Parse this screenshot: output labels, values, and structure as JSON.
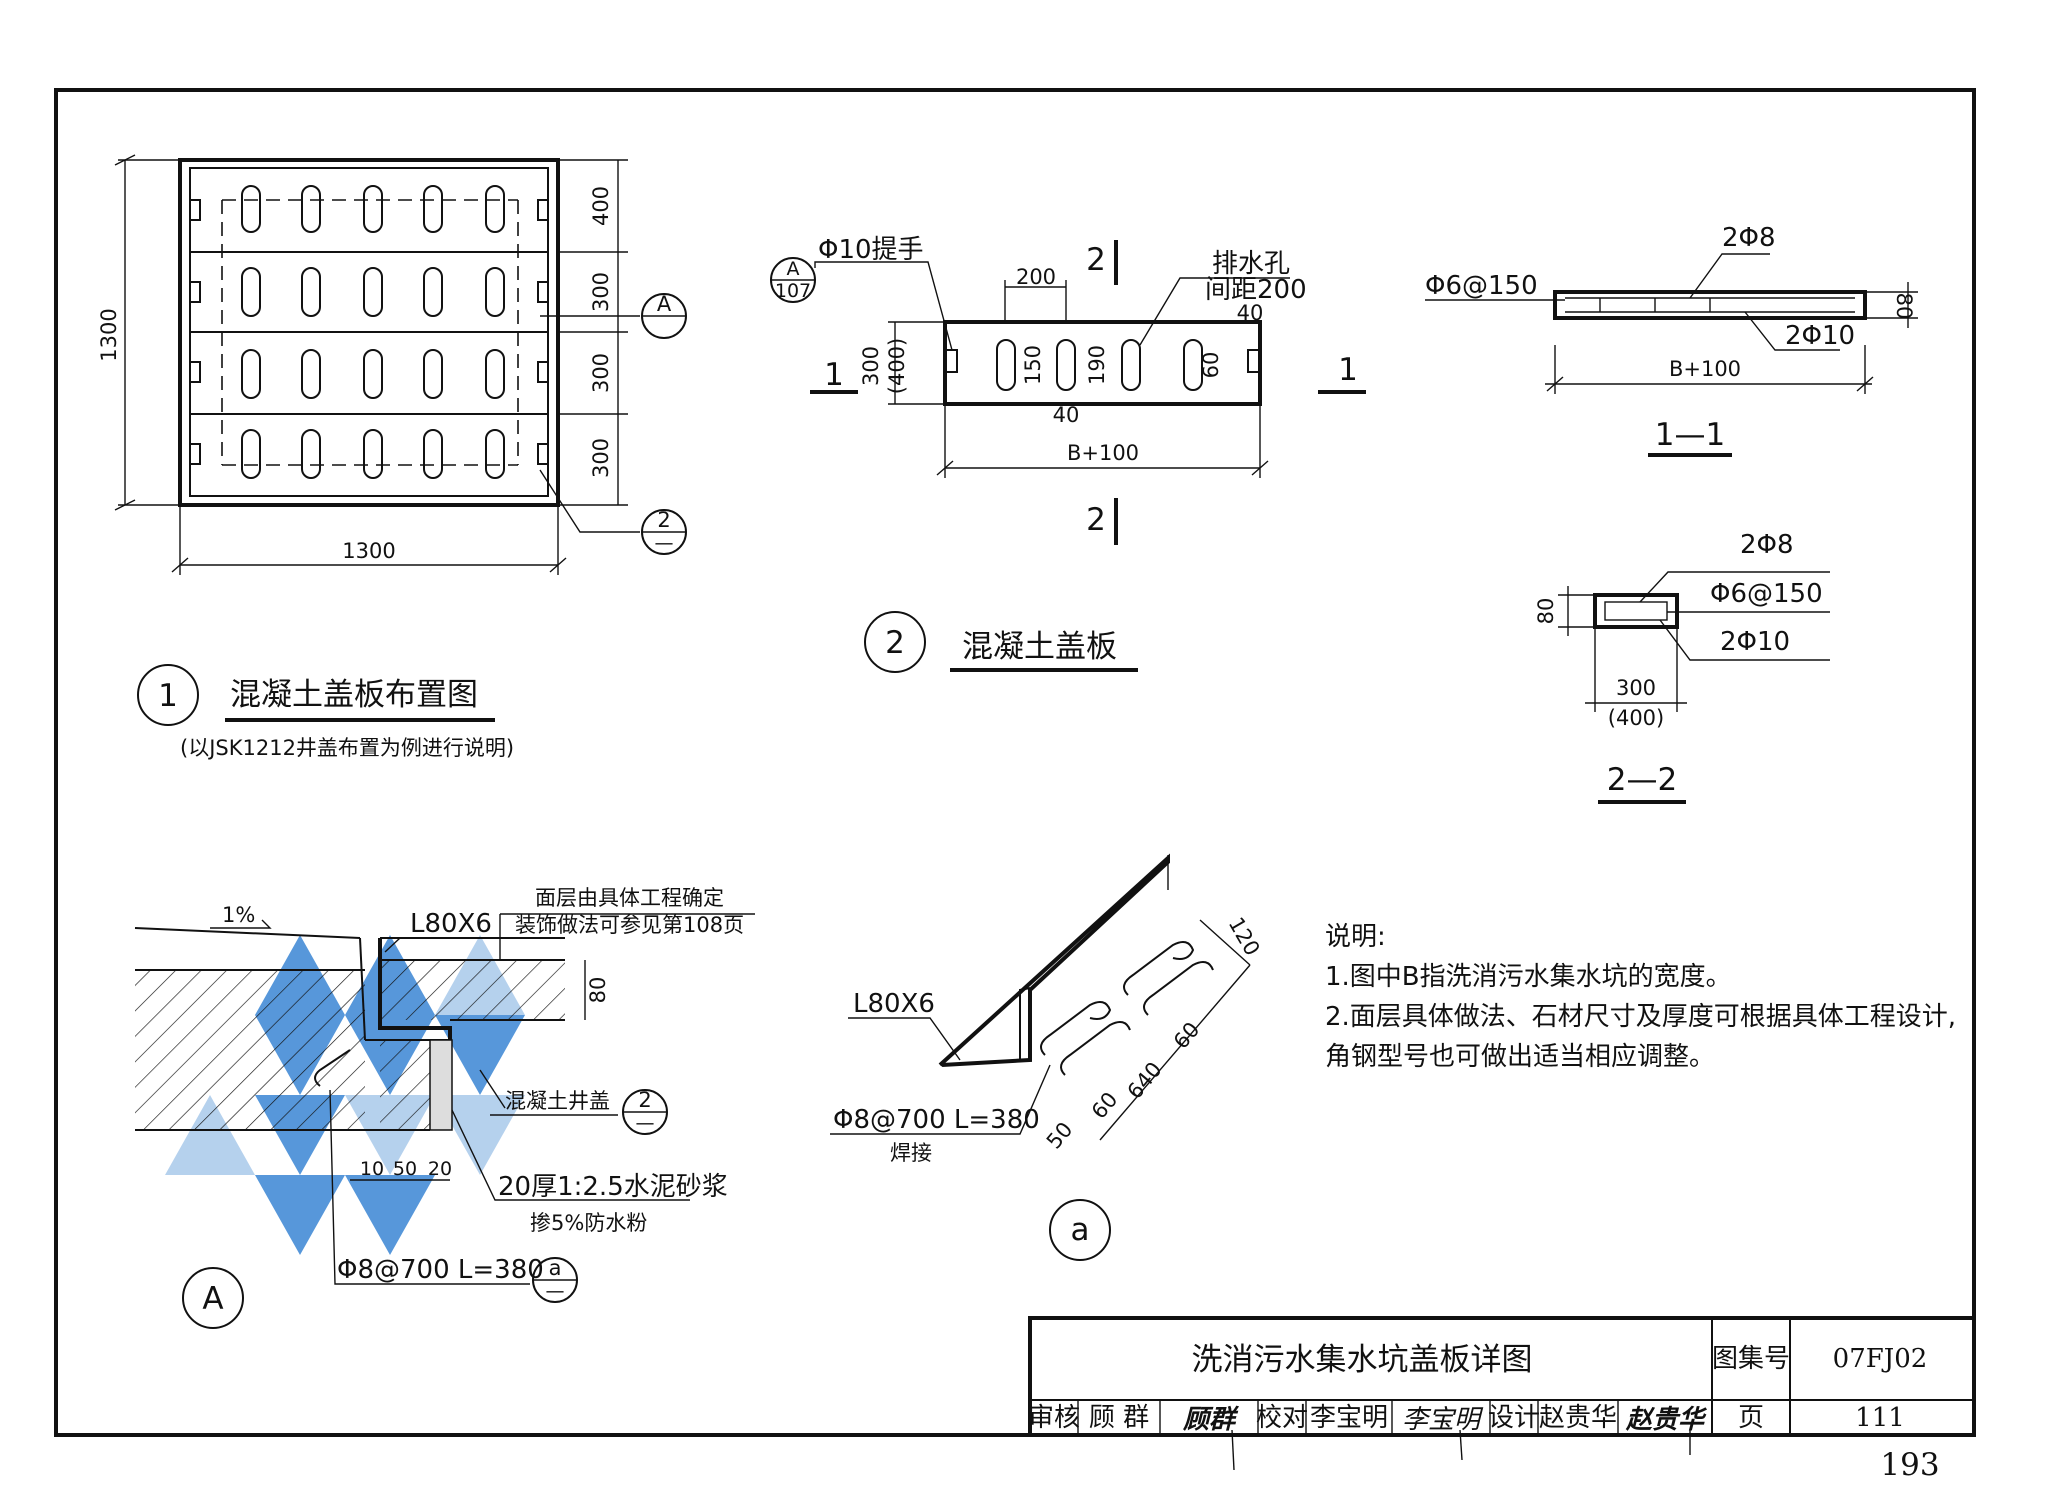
{
  "colors": {
    "ink": "#111111",
    "watermark": "#3a86d4",
    "paper": "#ffffff"
  },
  "detail1": {
    "number": "1",
    "title": "混凝土盖板布置图",
    "subtitle": "(以JSK1212井盖布置为例进行说明)",
    "dim_height": "1300",
    "dim_width": "1300",
    "dim_rows": [
      "400",
      "300",
      "300",
      "300"
    ],
    "callout_a": "A",
    "callout_2_top": "2",
    "callout_2_bottom": "—"
  },
  "detail2": {
    "number": "2",
    "title": "混凝土盖板",
    "handle_label": "Φ10提手",
    "ref_callout_top": "A",
    "ref_callout_bottom": "107",
    "drain_label_1": "排水孔",
    "drain_label_2": "间距200",
    "dim_200": "200",
    "dim_40_top": "40",
    "dim_300": "300",
    "dim_400": "(400)",
    "dim_150": "150",
    "dim_190": "190",
    "dim_60": "60",
    "dim_40_bottom": "40",
    "dim_width": "B+100",
    "section_1": "1",
    "section_2": "2"
  },
  "section11": {
    "title": "1—1",
    "rebar_top": "2Φ8",
    "stirrup": "Φ6@150",
    "rebar_bottom": "2Φ10",
    "dim_width": "B+100",
    "dim_80": "80"
  },
  "section22": {
    "title": "2—2",
    "rebar_top": "2Φ8",
    "stirrup": "Φ6@150",
    "rebar_bottom": "2Φ10",
    "dim_80": "80",
    "dim_300": "300",
    "dim_400": "(400)"
  },
  "detailA": {
    "label": "A",
    "slope": "1%",
    "angle": "L80X6",
    "note_1": "面层由具体工程确定",
    "note_2": "装饰做法可参见第108页",
    "dim_80": "80",
    "cover_label": "混凝土井盖",
    "cover_ref_top": "2",
    "cover_ref_bottom": "—",
    "dim_10": "10",
    "dim_50": "50",
    "dim_20": "20",
    "mortar_1": "20厚1:2.5水泥砂浆",
    "mortar_2": "掺5%防水粉",
    "anchor": "Φ8@700  L=380",
    "anchor_ref_top": "a",
    "anchor_ref_bottom": "—"
  },
  "detaila": {
    "label": "a",
    "angle": "L80X6",
    "anchor": "Φ8@700  L=380",
    "weld": "焊接",
    "dim_120": "120",
    "dim_60a": "60",
    "dim_640": "640",
    "dim_60b": "60",
    "dim_50": "50"
  },
  "notes": {
    "heading": "说明:",
    "line_1": "1.图中B指洗消污水集水坑的宽度。",
    "line_2": "2.面层具体做法、石材尺寸及厚度可根据具体工程设计,",
    "line_3": "角钢型号也可做出适当相应调整。"
  },
  "title_block": {
    "title": "洗消污水集水坑盖板详图",
    "atlas_label": "图集号",
    "atlas_no": "07FJ02",
    "page_label": "页",
    "page_no": "111",
    "review_label": "审核",
    "reviewer": "顾 群",
    "review_sign": "顾群",
    "check_label": "校对",
    "checker": "李宝明",
    "check_sign": "李宝明",
    "design_label": "设计",
    "designer": "赵贵华",
    "design_sign": "赵贵华"
  },
  "sheet_page_number": "193"
}
